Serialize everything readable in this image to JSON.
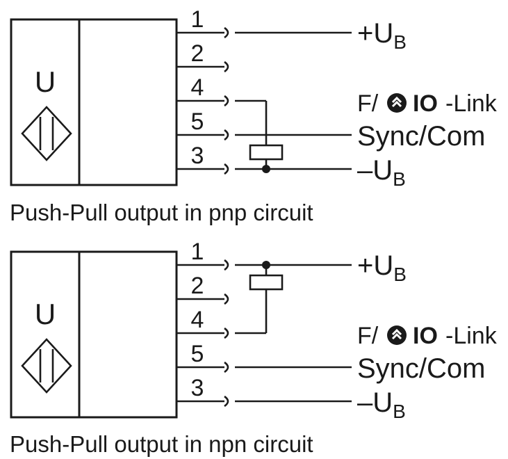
{
  "circuits": [
    {
      "sensor_letter": "U",
      "pins": [
        "1",
        "2",
        "4",
        "5",
        "3"
      ],
      "signal_plus_main": "+U",
      "signal_plus_sub": "B",
      "signal_f_prefix": "F/",
      "signal_iolink_bold": "IO",
      "signal_iolink_rest": "-Link",
      "signal_sync": "Sync/Com",
      "signal_minus_main": "–U",
      "signal_minus_sub": "B",
      "caption": "Push-Pull output in pnp circuit"
    },
    {
      "sensor_letter": "U",
      "pins": [
        "1",
        "2",
        "4",
        "5",
        "3"
      ],
      "signal_plus_main": "+U",
      "signal_plus_sub": "B",
      "signal_f_prefix": "F/",
      "signal_iolink_bold": "IO",
      "signal_iolink_rest": "-Link",
      "signal_sync": "Sync/Com",
      "signal_minus_main": "–U",
      "signal_minus_sub": "B",
      "caption": "Push-Pull output in npn circuit"
    }
  ],
  "icons": [
    "diamond-sensor-icon",
    "io-link-logo-icon"
  ],
  "colors": {
    "ink": "#1a1a1a",
    "background": "#ffffff"
  }
}
